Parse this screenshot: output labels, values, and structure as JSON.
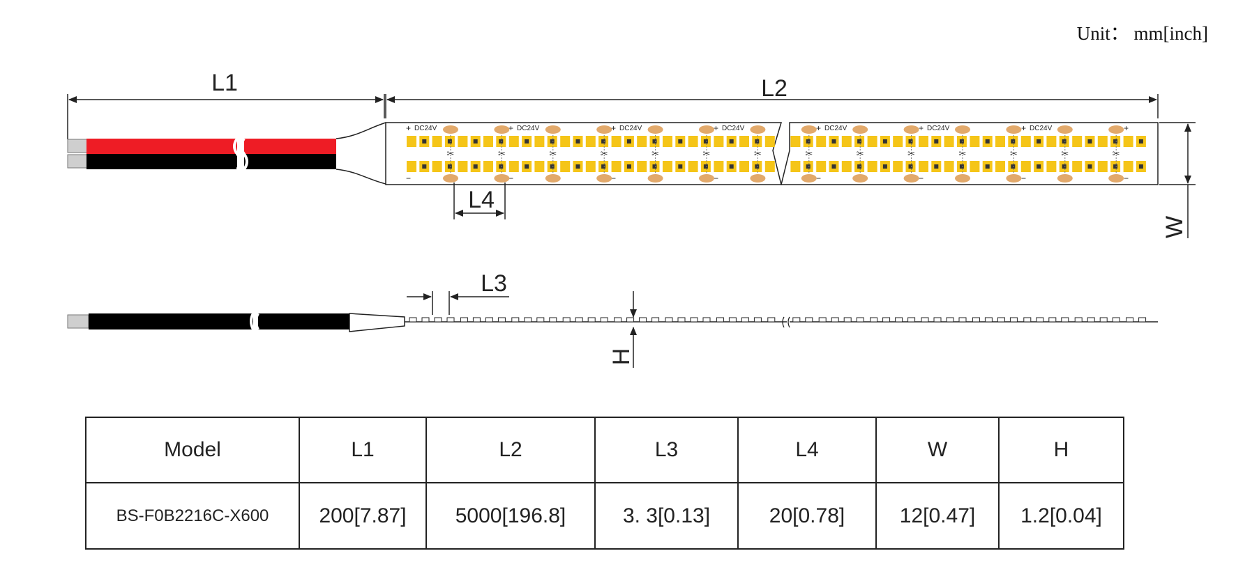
{
  "unit_label": "Unit： mm[inch]",
  "dimension_labels": {
    "l1": "L1",
    "l2": "L2",
    "l3": "L3",
    "l4": "L4",
    "w": "W",
    "h": "H"
  },
  "strip_marking": {
    "voltage": "DC24V",
    "plus": "+",
    "minus": "−"
  },
  "colors": {
    "wire_positive": "#ee1c25",
    "wire_negative": "#000000",
    "led_yellow": "#f5c518",
    "pad_copper": "#e2a96b",
    "line": "#222222"
  },
  "icons": [
    "scissors-icon"
  ],
  "table": {
    "headers": [
      "Model",
      "L1",
      "L2",
      "L3",
      "L4",
      "W",
      "H"
    ],
    "rows": [
      [
        "BS-F0B2216C-X600",
        "200[7.87]",
        "5000[196.8]",
        "3. 3[0.13]",
        "20[0.78]",
        "12[0.47]",
        "1.2[0.04]"
      ]
    ]
  }
}
